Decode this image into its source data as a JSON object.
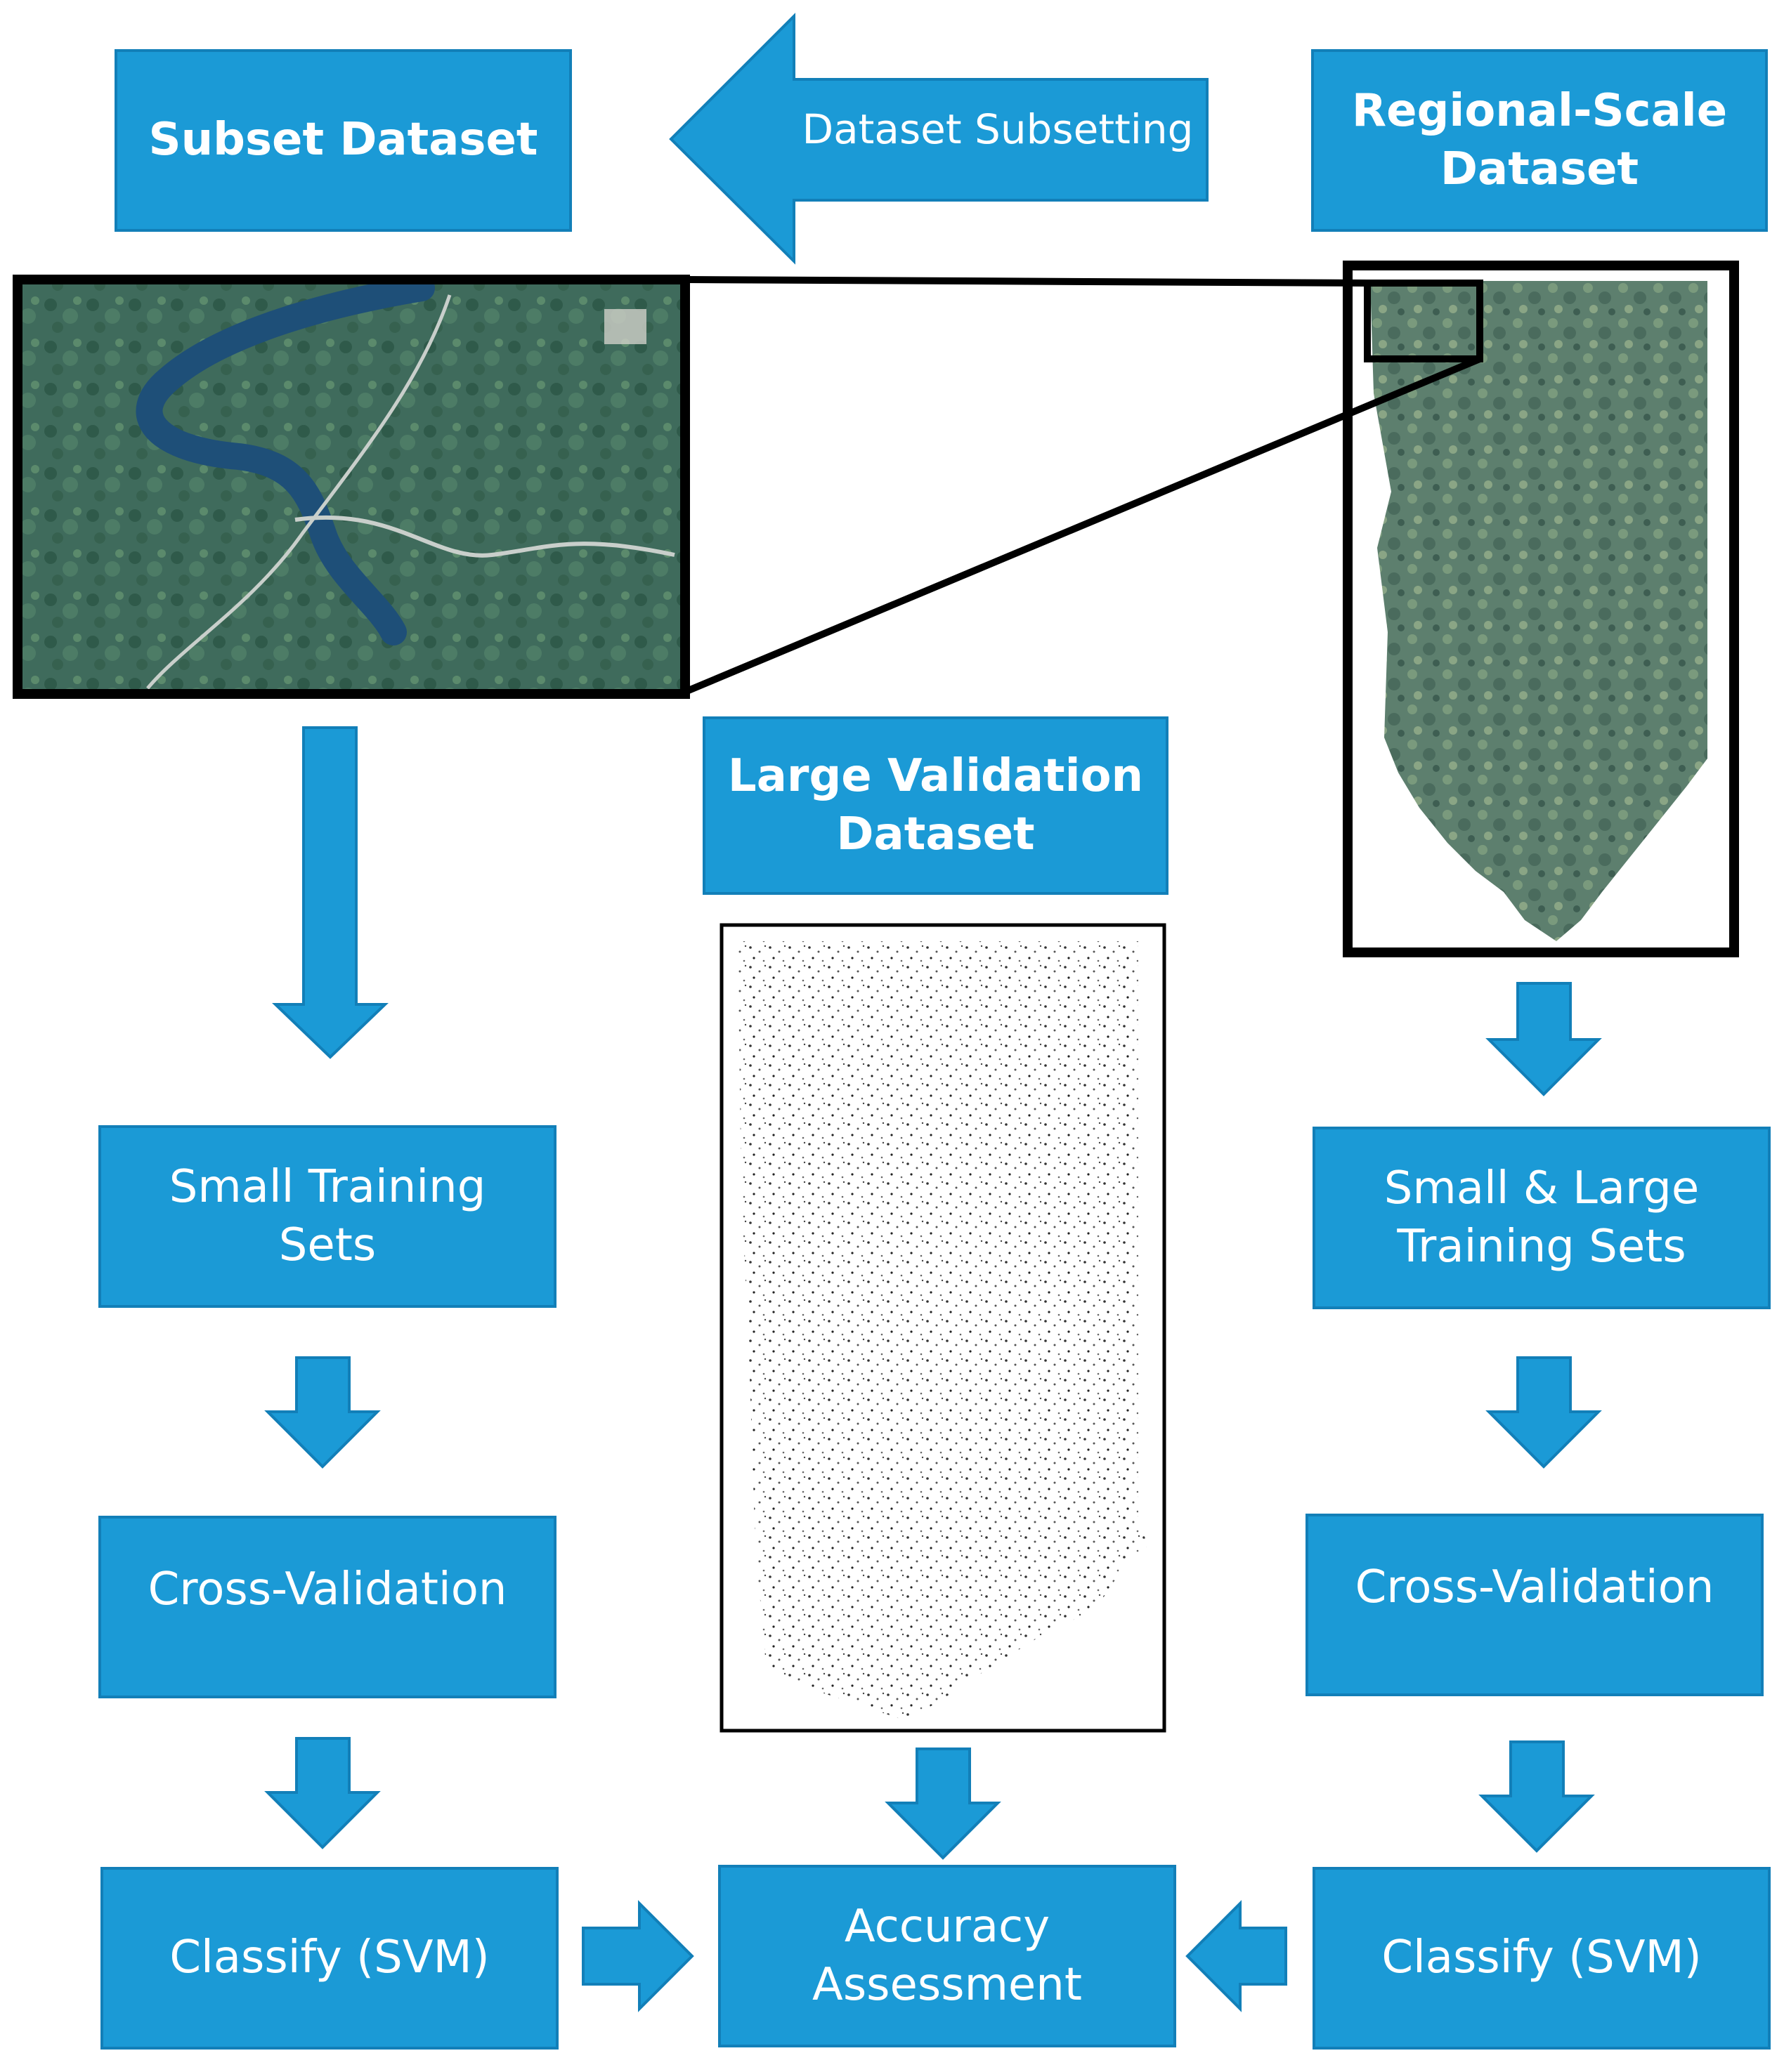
{
  "boxes": {
    "subset_dataset": "Subset Dataset",
    "dataset_subsetting": "Dataset Subsetting",
    "regional_dataset": "Regional-Scale\nDataset",
    "large_validation": "Large Validation\nDataset",
    "small_training": "Small Training\nSets",
    "small_large_training": "Small & Large\nTraining Sets",
    "cross_validation_left": "Cross-Validation",
    "cross_validation_right": "Cross-Validation",
    "classify_left": "Classify (SVM)",
    "classify_right": "Classify (SVM)",
    "accuracy_assessment": "Accuracy\nAssessment"
  },
  "colors": {
    "box_fill": "#1b9ad6",
    "box_border": "#127fb8",
    "text": "#ffffff",
    "frame": "#000000"
  },
  "icons": [
    "left-arrow-icon",
    "down-arrow-icon",
    "right-arrow-icon",
    "zoom-connector-lines"
  ]
}
